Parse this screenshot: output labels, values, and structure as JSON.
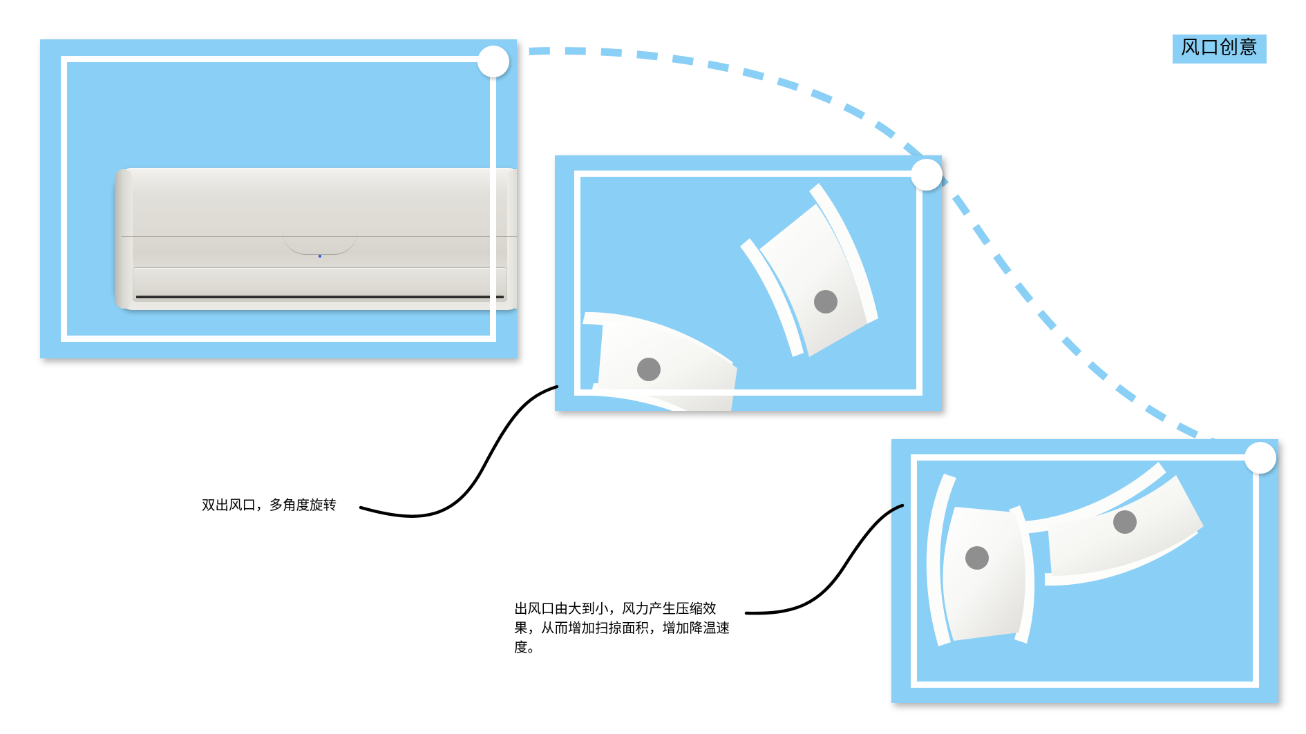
{
  "page": {
    "title": "风口创意",
    "background_color": "#ffffff"
  },
  "colors": {
    "panel_blue": "#8acff5",
    "panel_frame_white": "#ffffff",
    "node_white": "#ffffff",
    "leader_line_black": "#000000",
    "vane_white": "#fbfbfa",
    "vane_pivot_gray": "#8f8f8f",
    "ac_body_gray": "#dcdad3",
    "ac_led_blue": "#2a52d8",
    "title_text": "#000000"
  },
  "title_chip": {
    "label": "风口创意"
  },
  "panels": [
    {
      "id": "panel-1",
      "name": "air-conditioner-overview",
      "content": "air-conditioner-unit",
      "node_label": "node-1"
    },
    {
      "id": "panel-2",
      "name": "vane-angle-state-a",
      "content": "dual-vane-diagonal",
      "node_label": "node-2"
    },
    {
      "id": "panel-3",
      "name": "vane-angle-state-b",
      "content": "dual-vane-rotated",
      "node_label": "node-3"
    }
  ],
  "annotations": [
    {
      "id": "callout-1",
      "text": "双出风口，多角度旋转",
      "target_panel": "panel-2"
    },
    {
      "id": "callout-2",
      "text": "出风口由大到小，风力产生压缩效果，从而增加扫掠面积，增加降温速度。",
      "target_panel": "panel-3"
    }
  ],
  "connectors": {
    "dashed_curve": {
      "style": "dashed",
      "color": "#8acff5",
      "links": [
        "node-1",
        "node-2",
        "node-3"
      ]
    },
    "leader_curves": [
      {
        "from": "callout-1",
        "to": "panel-2",
        "color": "#000000"
      },
      {
        "from": "callout-2",
        "to": "panel-3",
        "color": "#000000"
      }
    ]
  },
  "ac_unit": {
    "type": "wall-mounted split air conditioner",
    "led_indicator": "blue"
  },
  "vanes": {
    "pivot_dot_color": "#8f8f8f",
    "blade_color": "#fbfbfa",
    "count_per_panel": 2
  }
}
